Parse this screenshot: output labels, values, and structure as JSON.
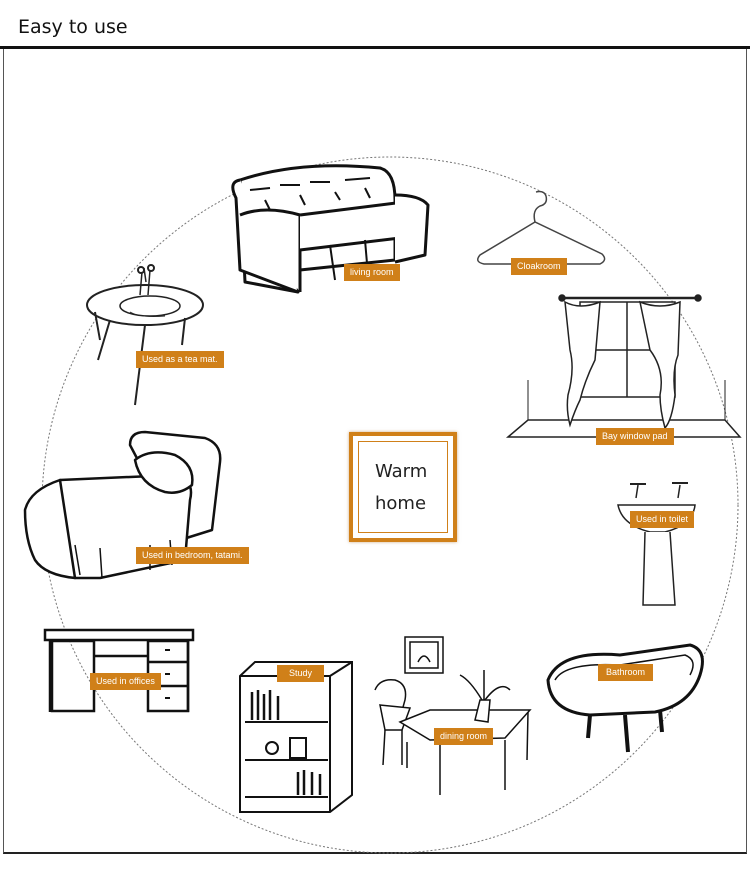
{
  "header": {
    "title": "Easy to use"
  },
  "center": {
    "line1": "Warm",
    "line2": "home"
  },
  "labels": {
    "living_room": "living room",
    "cloakroom": "Cloakroom",
    "tea_mat": "Used as a tea mat.",
    "bay_window": "Bay window pad",
    "toilet": "Used in toilet",
    "bedroom": "Used in bedroom, tatami.",
    "offices": "Used in offices",
    "study": "Study",
    "dining_room": "dining room",
    "bathroom": "Bathroom"
  },
  "colors": {
    "accent": "#d08019",
    "line": "#111111",
    "circle": "#777777"
  },
  "icons": [
    "sofa-icon",
    "hanger-icon",
    "tea-table-icon",
    "curtain-window-icon",
    "sink-icon",
    "bed-icon",
    "desk-icon",
    "bookshelf-icon",
    "dining-table-icon",
    "bathtub-icon"
  ]
}
